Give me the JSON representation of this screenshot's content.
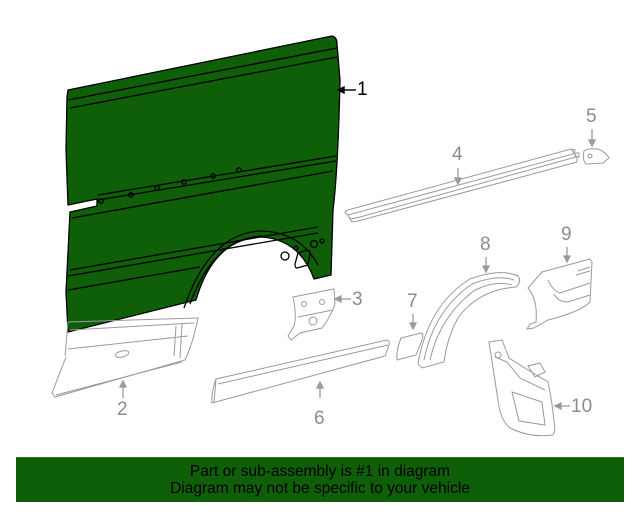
{
  "diagram": {
    "highlight_color": "#0f5e08",
    "outline_color": "#9a9a9a",
    "callouts": [
      {
        "number": "1",
        "part": "side panel (highlighted)",
        "highlighted": true
      },
      {
        "number": "2",
        "part": "lower rocker molding",
        "highlighted": false
      },
      {
        "number": "3",
        "part": "bracket",
        "highlighted": false
      },
      {
        "number": "4",
        "part": "sliding door track rail",
        "highlighted": false
      },
      {
        "number": "5",
        "part": "track end cap",
        "highlighted": false
      },
      {
        "number": "6",
        "part": "body side molding",
        "highlighted": false
      },
      {
        "number": "7",
        "part": "small molding",
        "highlighted": false
      },
      {
        "number": "8",
        "part": "wheel opening flare",
        "highlighted": false
      },
      {
        "number": "9",
        "part": "rear quarter molding",
        "highlighted": false
      },
      {
        "number": "10",
        "part": "mud flap",
        "highlighted": false
      }
    ]
  },
  "banner": {
    "line1": "Part or sub-assembly is #1 in diagram",
    "line2": "Diagram may not be specific to your vehicle",
    "background": "#0f5e08"
  }
}
